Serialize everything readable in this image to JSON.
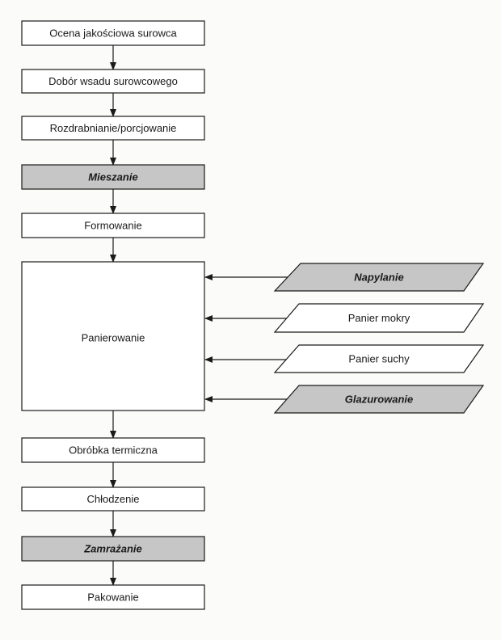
{
  "steps": [
    {
      "id": "ocena",
      "label": "Ocena jakościowa surowca",
      "highlight": false
    },
    {
      "id": "dobor",
      "label": "Dobór wsadu surowcowego",
      "highlight": false
    },
    {
      "id": "rozdrabnianie",
      "label": "Rozdrabnianie/porcjowanie",
      "highlight": false
    },
    {
      "id": "mieszanie",
      "label": "Mieszanie",
      "highlight": true
    },
    {
      "id": "formowanie",
      "label": "Formowanie",
      "highlight": false
    },
    {
      "id": "panierowanie",
      "label": "Panierowanie",
      "highlight": false
    },
    {
      "id": "obrobka",
      "label": "Obróbka termiczna",
      "highlight": false
    },
    {
      "id": "chlodzenie",
      "label": "Chłodzenie",
      "highlight": false
    },
    {
      "id": "zamrazanie",
      "label": "Zamrażanie",
      "highlight": true
    },
    {
      "id": "pakowanie",
      "label": "Pakowanie",
      "highlight": false
    }
  ],
  "inputs": [
    {
      "id": "napylanie",
      "label": "Napylanie",
      "highlight": true
    },
    {
      "id": "panier-mokry",
      "label": "Panier mokry",
      "highlight": false
    },
    {
      "id": "panier-suchy",
      "label": "Panier suchy",
      "highlight": false
    },
    {
      "id": "glazurowanie",
      "label": "Glazurowanie",
      "highlight": true
    }
  ],
  "colors": {
    "box_fill": "#ffffff",
    "highlight_fill": "#c6c6c6",
    "stroke": "#1a1a1a"
  }
}
